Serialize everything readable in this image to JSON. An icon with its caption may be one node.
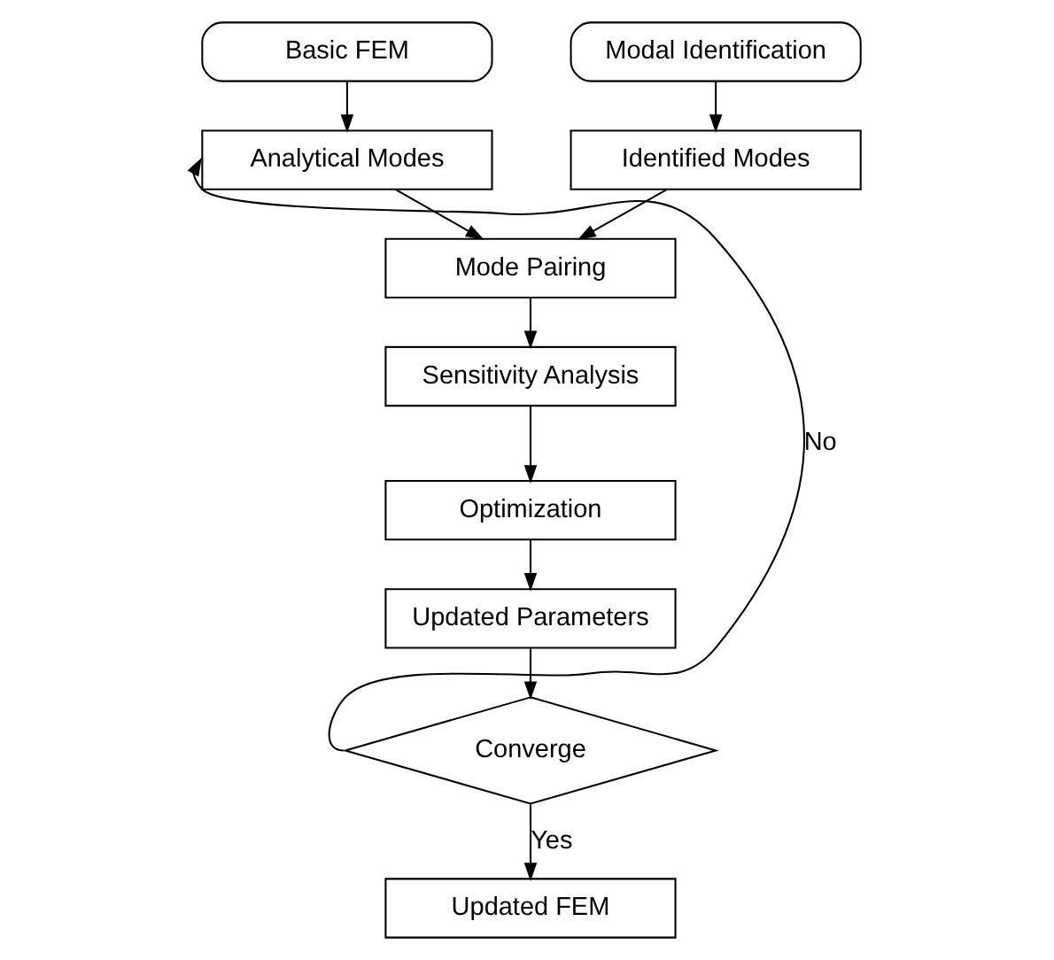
{
  "diagram": {
    "nodes": [
      {
        "text": [
          "Basic FEM"
        ]
      },
      {
        "text": [
          "Modal Identification"
        ]
      },
      {
        "text": [
          "Analytical Modes"
        ]
      },
      {
        "text": [
          "Identified Modes"
        ]
      },
      {
        "text": [
          "Mode Pairing"
        ]
      },
      {
        "text": [
          "Sensitivity Analysis"
        ]
      },
      {
        "text": [
          "Optimization"
        ]
      },
      {
        "text": [
          "Updated Parameters"
        ]
      },
      {
        "text": [
          "Converge"
        ]
      },
      {
        "text": [
          "Updated FEM"
        ]
      }
    ],
    "edges": [
      {
        "from": 0,
        "to": 2,
        "arrow": "to"
      },
      {
        "from": 1,
        "to": 3,
        "arrow": "to"
      },
      {
        "from": 2,
        "to": 4,
        "arrow": "to"
      },
      {
        "from": 3,
        "to": 4,
        "arrow": "to"
      },
      {
        "from": 4,
        "to": 5,
        "arrow": "to"
      },
      {
        "from": 5,
        "to": 6,
        "arrow": "to"
      },
      {
        "from": 6,
        "to": 7,
        "arrow": "to"
      },
      {
        "from": 7,
        "to": 8,
        "arrow": "to"
      },
      {
        "from": 8,
        "to": 2,
        "arrow": "to",
        "label": "No"
      },
      {
        "from": 8,
        "to": 9,
        "arrow": "to",
        "label": "Yes"
      }
    ]
  }
}
